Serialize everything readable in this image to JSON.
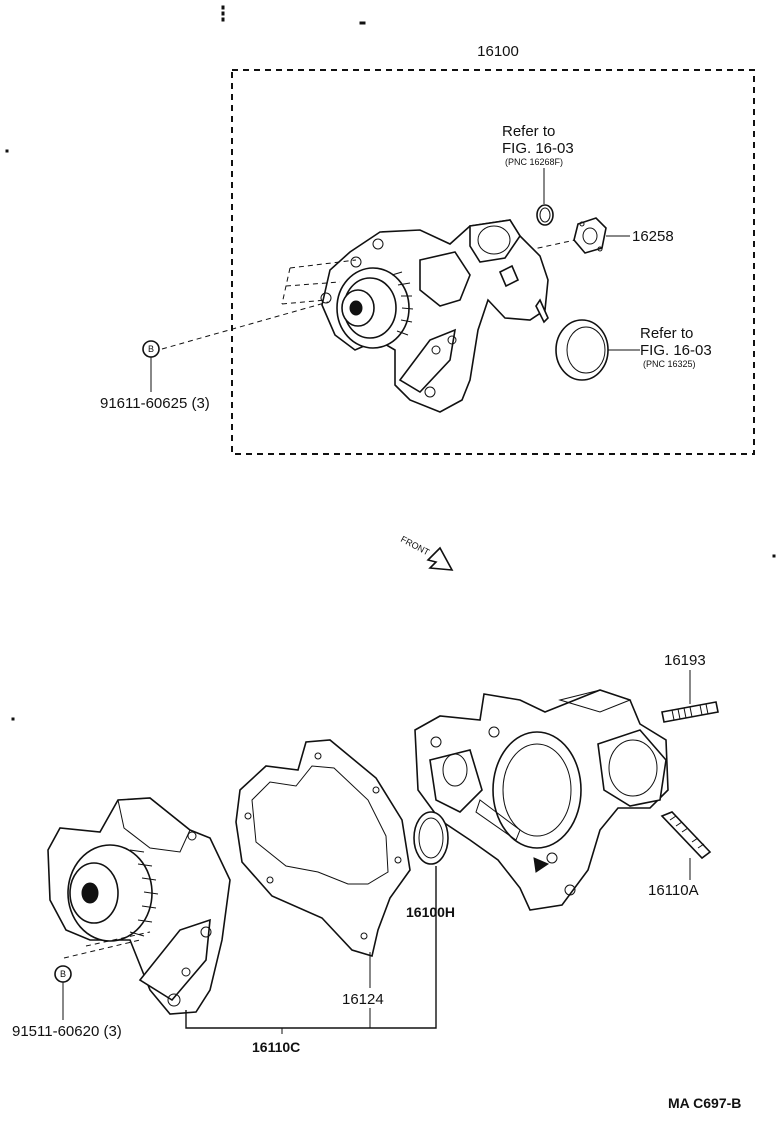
{
  "diagram": {
    "assembly_label": "16100",
    "refer_top": {
      "line1": "Refer to",
      "line2": "FIG. 16-03",
      "pnc": "(PNC 16268F)"
    },
    "refer_mid": {
      "line1": "Refer to",
      "line2": "FIG. 16-03",
      "pnc": "(PNC 16325)"
    },
    "gasket_label": "16258",
    "bolt_top_symbol": "B",
    "bolt_top_label": "91611-60625 (3)",
    "front_label": "FRONT",
    "stud_top_label": "16193",
    "stud_bottom_label": "16110A",
    "oring_label": "16100H",
    "gasket2_label": "16124",
    "subassembly_label": "16110C",
    "bolt_bottom_symbol": "B",
    "bolt_bottom_label": "91511-60620 (3)",
    "figure_code": "MA C697-B"
  }
}
